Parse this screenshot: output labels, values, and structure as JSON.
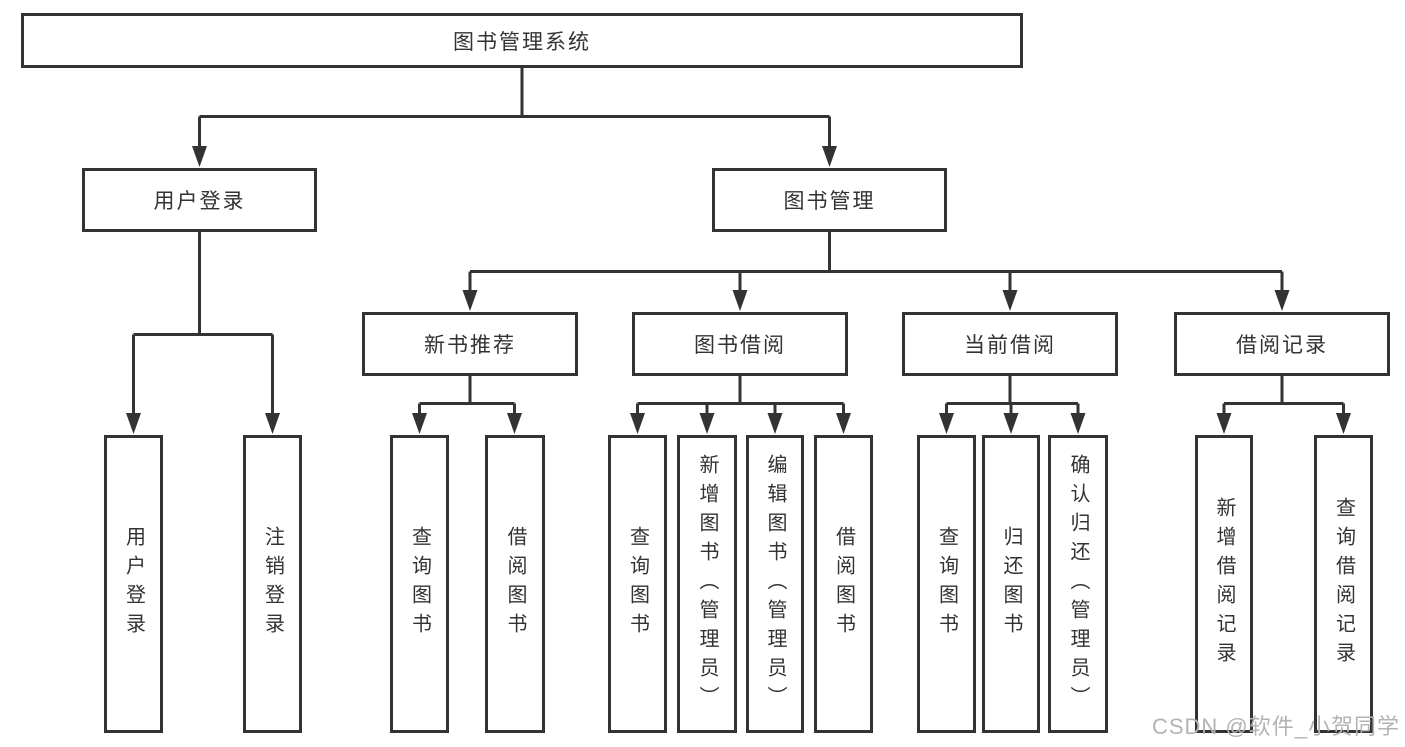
{
  "diagram": {
    "title": "图书管理系统",
    "watermark": "CSDN @软件_小贺同学",
    "colors": {
      "background": "#ffffff",
      "line": "#333333",
      "box_border": "#333333",
      "box_fill": "#ffffff",
      "text": "#333333",
      "watermark": "#b3b3b3"
    },
    "tree": {
      "root": {
        "label": "图书管理系统"
      },
      "children": [
        {
          "label": "用户登录",
          "children": [
            {
              "label": "用户登录"
            },
            {
              "label": "注销登录"
            }
          ]
        },
        {
          "label": "图书管理",
          "children": [
            {
              "label": "新书推荐",
              "children": [
                {
                  "label": "查询图书"
                },
                {
                  "label": "借阅图书"
                }
              ]
            },
            {
              "label": "图书借阅",
              "children": [
                {
                  "label": "查询图书"
                },
                {
                  "label": "新增图书（管理员）"
                },
                {
                  "label": "编辑图书（管理员）"
                },
                {
                  "label": "借阅图书"
                }
              ]
            },
            {
              "label": "当前借阅",
              "children": [
                {
                  "label": "查询图书"
                },
                {
                  "label": "归还图书"
                },
                {
                  "label": "确认归还（管理员）"
                }
              ]
            },
            {
              "label": "借阅记录",
              "children": [
                {
                  "label": "新增借阅记录"
                },
                {
                  "label": "查询借阅记录"
                }
              ]
            }
          ]
        }
      ]
    }
  }
}
